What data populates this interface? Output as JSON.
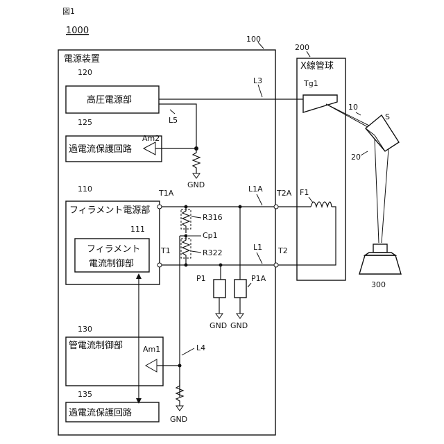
{
  "figure_label": "図1",
  "system_label": "1000",
  "power_supply": {
    "ref": "100",
    "title": "電源装置"
  },
  "xray_tube": {
    "ref": "200",
    "title": "X線管球"
  },
  "hv_source": {
    "ref": "120",
    "label": "高圧電源部"
  },
  "ocp_top": {
    "ref": "125",
    "label": "過電流保護回路",
    "amp": "Am2"
  },
  "filament_supply": {
    "ref": "110",
    "label": "フィラメント電源部"
  },
  "filament_ctrl": {
    "ref": "111",
    "line1": "フィラメント",
    "line2": "電流制御部"
  },
  "tube_ctrl": {
    "ref": "130",
    "label": "管電流制御部",
    "amp": "Am1"
  },
  "ocp_bottom": {
    "ref": "135",
    "label": "過電流保護回路"
  },
  "lines": {
    "L3": "L3",
    "L5": "L5",
    "L1A": "L1A",
    "L1": "L1",
    "L4": "L4"
  },
  "terminals": {
    "T1A": "T1A",
    "T1": "T1",
    "T2A": "T2A",
    "T2": "T2"
  },
  "components": {
    "R316": "R316",
    "R322": "R322",
    "Cp1": "Cp1",
    "P1": "P1",
    "P1A": "P1A",
    "F1": "F1",
    "Tg1": "Tg1"
  },
  "gnd": "GND",
  "beam": {
    "ref10": "10",
    "ref20": "20",
    "S": "S",
    "detector": "300"
  }
}
